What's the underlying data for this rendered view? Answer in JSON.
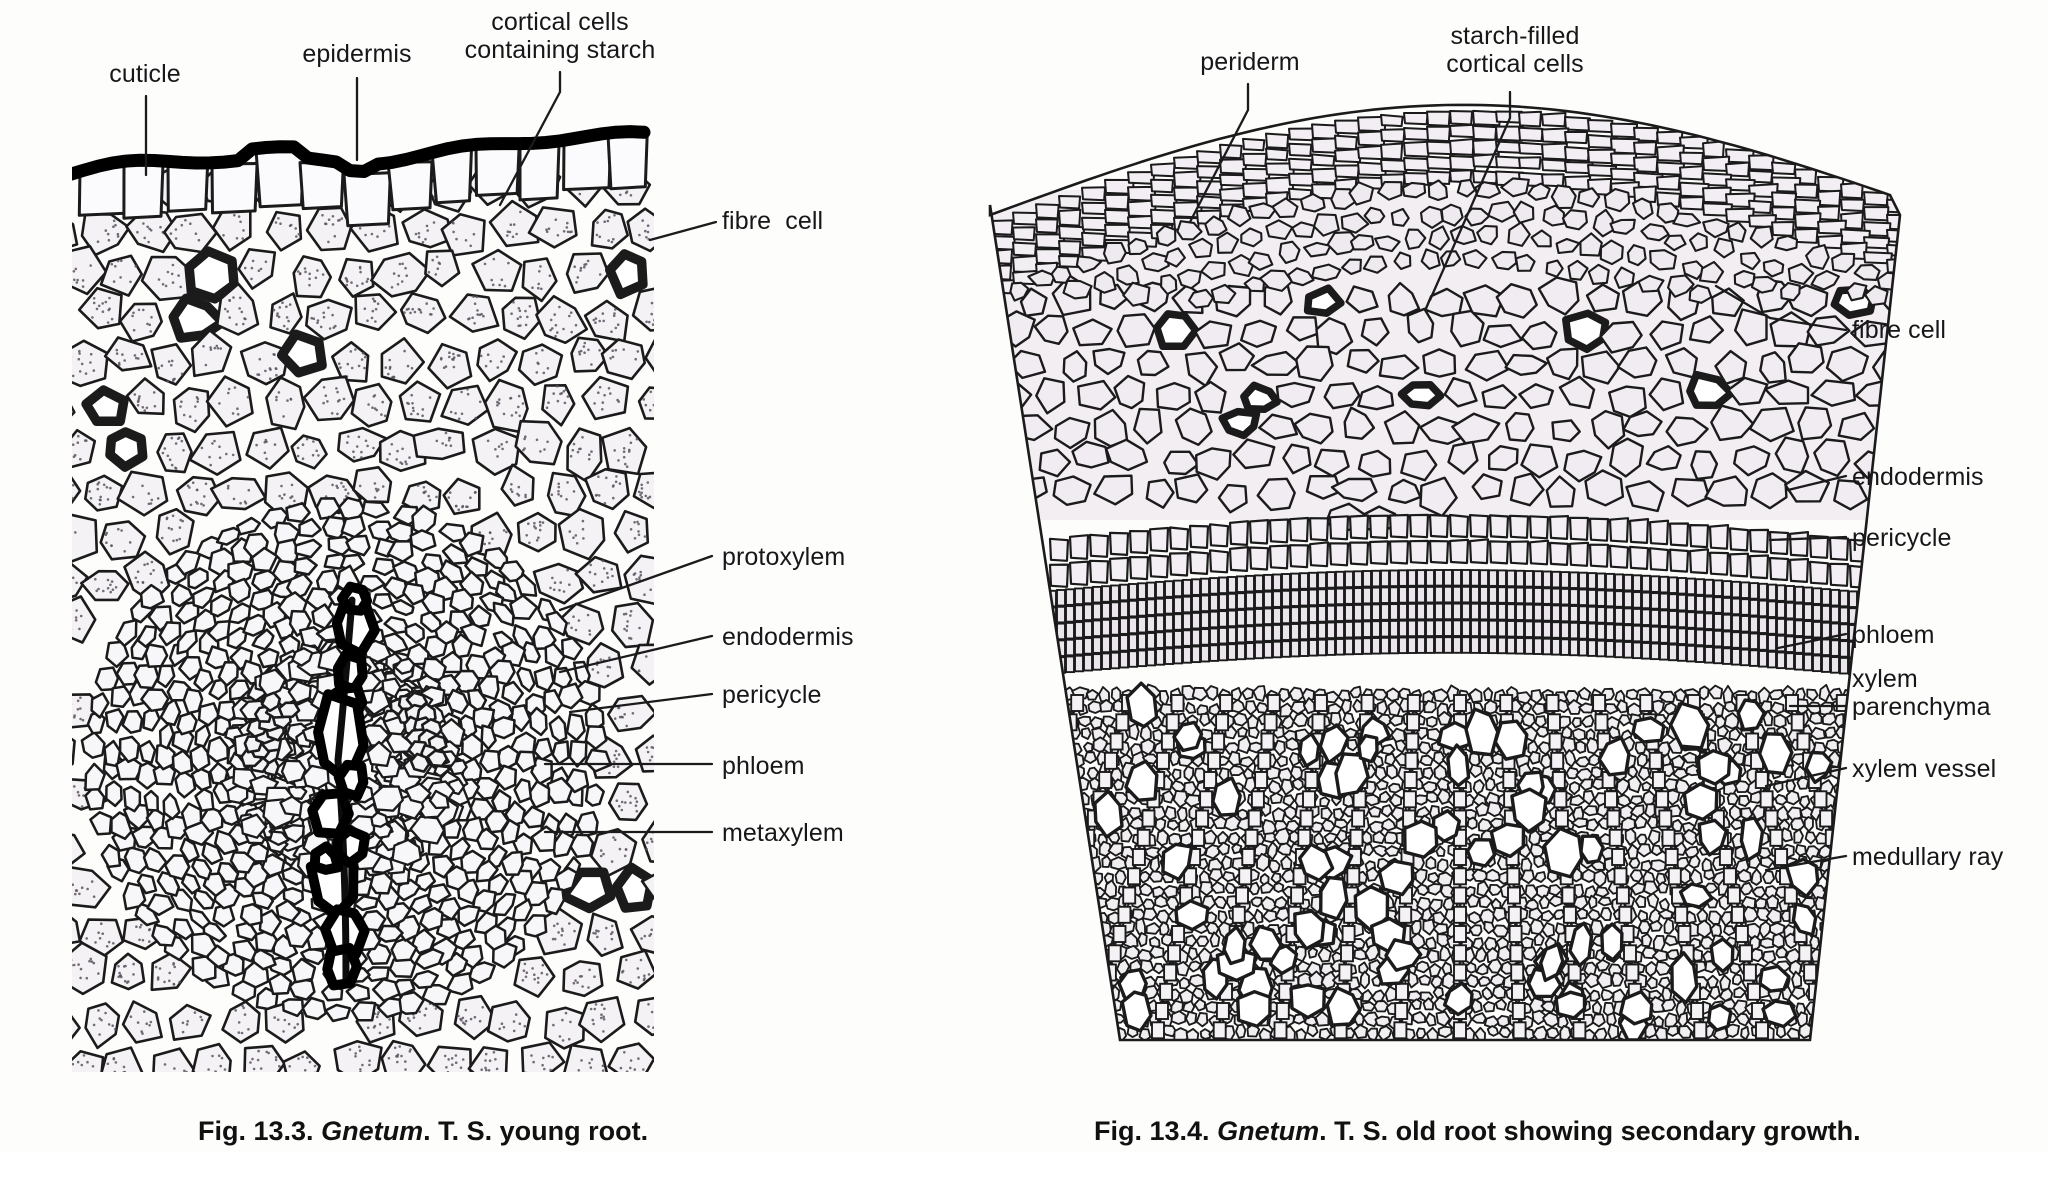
{
  "figures": [
    {
      "id": "fig-13-3",
      "caption_prefix": "Fig. 13.3.",
      "caption_genus": "Gnetum",
      "caption_rest": ". T. S. young root.",
      "labels": [
        {
          "key": "cuticle",
          "text": "cuticle"
        },
        {
          "key": "epidermis",
          "text": "epidermis"
        },
        {
          "key": "cortical-cells",
          "text": "cortical cells\ncontaining starch"
        },
        {
          "key": "fibre-cell",
          "text": "fibre  cell"
        },
        {
          "key": "protoxylem",
          "text": "protoxylem"
        },
        {
          "key": "endodermis",
          "text": "endodermis"
        },
        {
          "key": "pericycle",
          "text": "pericycle"
        },
        {
          "key": "phloem",
          "text": "phloem"
        },
        {
          "key": "metaxylem",
          "text": "metaxylem"
        }
      ]
    },
    {
      "id": "fig-13-4",
      "caption_prefix": "Fig. 13.4.",
      "caption_genus": "Gnetum",
      "caption_rest": ". T. S. old root showing secondary growth.",
      "labels": [
        {
          "key": "periderm",
          "text": "periderm"
        },
        {
          "key": "starch-cortical",
          "text": "starch-filled\ncortical cells"
        },
        {
          "key": "fibre-cell",
          "text": "fibre cell"
        },
        {
          "key": "endodermis",
          "text": "endodermis"
        },
        {
          "key": "pericycle",
          "text": "pericycle"
        },
        {
          "key": "phloem",
          "text": "phloem"
        },
        {
          "key": "xylem-parenchyma",
          "text": "xylem\nparenchyma"
        },
        {
          "key": "xylem-vessel",
          "text": "xylem vessel"
        },
        {
          "key": "medullary-ray",
          "text": "medullary ray"
        }
      ]
    }
  ],
  "colors": {
    "ink": "#1b1b1b",
    "paper": "#fdfdfc",
    "cuticle": "#000000",
    "cell_fill": "#f4f2f5",
    "cortex_tint": "#e9e2ea",
    "stipple": "#5a5560"
  }
}
